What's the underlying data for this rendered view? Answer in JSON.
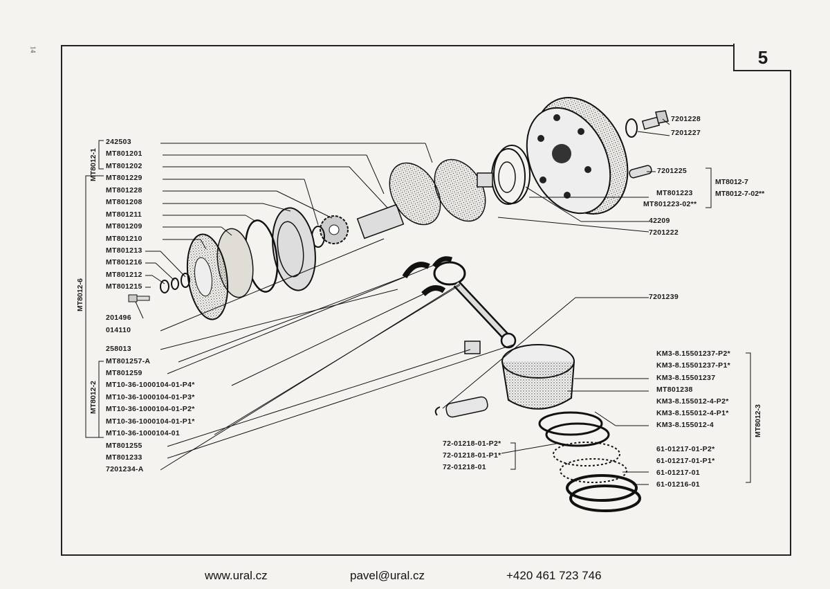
{
  "page": {
    "margin_number": "14",
    "figure_number": "5"
  },
  "left_labels": [
    "242503",
    "MT801201",
    "MT801202",
    "MT801229",
    "MT801228",
    "MT801208",
    "MT801211",
    "MT801209",
    "MT801210",
    "MT801213",
    "MT801216",
    "MT801212",
    "MT801215",
    "201496",
    "014110",
    "258013",
    "MT801257-A",
    "MT801259",
    "MT10-36-1000104-01-P4*",
    "MT10-36-1000104-01-P3*",
    "MT10-36-1000104-01-P2*",
    "MT10-36-1000104-01-P1*",
    "MT10-36-1000104-01",
    "MT801255",
    "MT801233",
    "7201234-A"
  ],
  "left_groups": {
    "g1": "MT8012-1",
    "g6": "MT8012-6",
    "g2": "MT8012-2"
  },
  "right_top_labels": {
    "l7201228": "7201228",
    "l7201227": "7201227",
    "l7201225": "7201225",
    "lMT801223": "MT801223",
    "lMT801223_02": "MT801223-02**",
    "l42209": "42209",
    "l7201222": "7201222",
    "l7201239": "7201239"
  },
  "right_top_groups": {
    "g7": "MT8012-7",
    "g7_02": "MT8012-7-02**"
  },
  "right_labels": [
    "KM3-8.15501237-P2*",
    "KM3-8.15501237-P1*",
    "KM3-8.15501237",
    "MT801238",
    "KM3-8.155012-4-P2*",
    "KM3-8.155012-4-P1*",
    "KM3-8.155012-4",
    "61-01217-01-P2*",
    "61-01217-01-P1*",
    "61-01217-01",
    "61-01216-01"
  ],
  "right_group": "MT8012-3",
  "mid_labels": [
    "72-01218-01-P2*",
    "72-01218-01-P1*",
    "72-01218-01"
  ],
  "footer": {
    "web": "www.ural.cz",
    "email": "pavel@ural.cz",
    "phone": "+420 461 723 746"
  }
}
